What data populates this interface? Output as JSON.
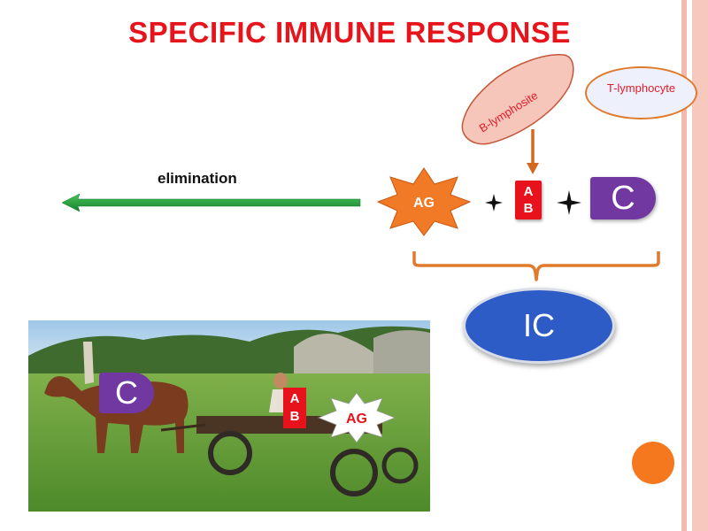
{
  "title": "SPECIFIC IMMUNE RESPONSE",
  "elimination_label": "elimination",
  "antigen_label": "AG",
  "antibody_label_top": "A",
  "antibody_label_bottom": "B",
  "complement_label": "C",
  "immune_complex_label": "IC",
  "b_lymphocyte_label": "B-lymphosite",
  "t_lymphocyte_label": "T-lymphocyte",
  "photo": {
    "complement_label": "C",
    "antibody_label_top": "A",
    "antibody_label_bottom": "B",
    "antigen_label": "AG"
  },
  "colors": {
    "title": "#e8141c",
    "arrow_green": "#1f9a3a",
    "antigen_orange": "#f07a26",
    "antibody_red": "#e7121b",
    "complement_purple": "#7038a0",
    "immune_complex_blue": "#2e5cc7",
    "b_cell_fill": "#f7c6ba",
    "accent_orange": "#f5781f"
  }
}
